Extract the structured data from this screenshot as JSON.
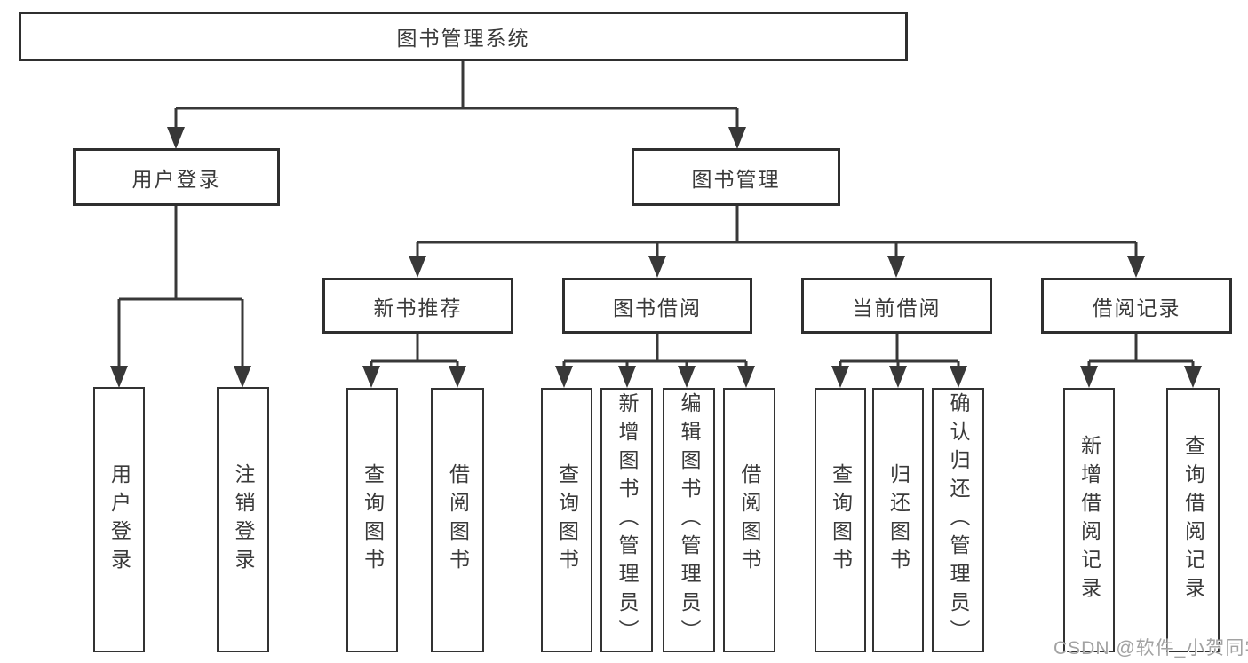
{
  "tree": {
    "label": "图书管理系统",
    "children": [
      {
        "label": "用户登录",
        "children": [
          {
            "label": "用户登录"
          },
          {
            "label": "注销登录"
          }
        ]
      },
      {
        "label": "图书管理",
        "children": [
          {
            "label": "新书推荐",
            "children": [
              {
                "label": "查询图书"
              },
              {
                "label": "借阅图书"
              }
            ]
          },
          {
            "label": "图书借阅",
            "children": [
              {
                "label": "查询图书"
              },
              {
                "label": "新增图书（管理员）"
              },
              {
                "label": "编辑图书（管理员）"
              },
              {
                "label": "借阅图书"
              }
            ]
          },
          {
            "label": "当前借阅",
            "children": [
              {
                "label": "查询图书"
              },
              {
                "label": "归还图书"
              },
              {
                "label": "确认归还（管理员）"
              }
            ]
          },
          {
            "label": "借阅记录",
            "children": [
              {
                "label": "新增借阅记录"
              },
              {
                "label": "查询借阅记录"
              }
            ]
          }
        ]
      }
    ]
  },
  "watermark": {
    "text": "CSDN @软件_小贺同学"
  },
  "colors": {
    "background": "#ffffff",
    "line": "#383838",
    "box_border": "#2f2f2f",
    "text": "#3a3a3a",
    "watermark": "#a2a2a2"
  }
}
